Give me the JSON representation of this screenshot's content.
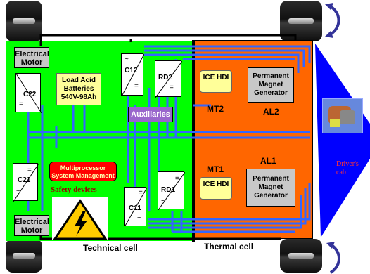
{
  "cells": {
    "technical": "Technical cell",
    "thermal": "Thermal cell"
  },
  "components": {
    "electrical_motor_top": "Electrical Motor",
    "electrical_motor_bottom": "Electrical Motor",
    "batteries": "Load Acid Batteries 540V-98Ah",
    "auxiliaries": "Auxiliaries",
    "multiprocessor": "Multiprocessor System Management",
    "safety_devices": "Safety devices",
    "ice_hdi_top": "ICE HDI",
    "ice_hdi_bottom": "ICE HDI",
    "pmg_top": "Permanent Magnet Generator",
    "pmg_bottom": "Permanent Magnet Generator",
    "drivers_cab": "Driver's cab"
  },
  "converters": {
    "c22": "C22",
    "c21": "C21",
    "c12": "C12",
    "c11": "C11",
    "rd2": "RD2",
    "rd1": "RD1"
  },
  "labels": {
    "mt2": "MT2",
    "mt1": "MT1",
    "al2": "AL2",
    "al1": "AL1"
  },
  "colors": {
    "technical_cell": "#00ff00",
    "thermal_cell": "#ff6600",
    "cab": "#0000ff",
    "wires": "#3366ff",
    "multiprocessor": "#ff0000",
    "auxiliaries": "#9966cc"
  }
}
